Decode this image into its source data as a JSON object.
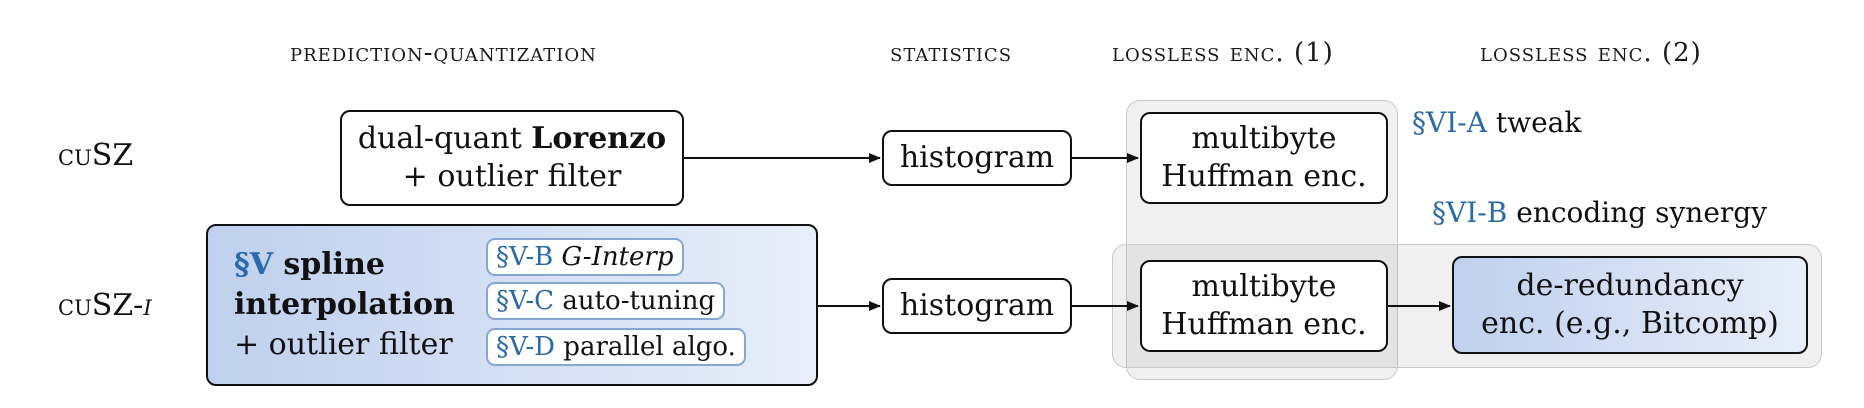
{
  "headers": {
    "prediction": "prediction-quantization",
    "statistics": "statistics",
    "lossless1": "lossless enc. (1)",
    "lossless2": "lossless enc. (2)"
  },
  "rows": {
    "cusz": "cuSZ",
    "cuszi_prefix": "cuSZ-",
    "cuszi_suffix": "i"
  },
  "cusz_pred": {
    "line1_prefix": "dual-quant ",
    "line1_bold": "Lorenzo",
    "line2": "+ outlier filter"
  },
  "cuszi_pred": {
    "sec": "§V",
    "line1": " spline",
    "line2": "interpolation",
    "line3": "+ outlier filter"
  },
  "pills": [
    {
      "sec": "§V-B",
      "text": " G-Interp"
    },
    {
      "sec": "§V-C",
      "text": " auto-tuning"
    },
    {
      "sec": "§V-D",
      "text": " parallel algo."
    }
  ],
  "histogram1": "histogram",
  "histogram2": "histogram",
  "huffman1": {
    "line1": "multibyte",
    "line2": "Huffman enc."
  },
  "huffman2": {
    "line1": "multibyte",
    "line2": "Huffman enc."
  },
  "dedup": {
    "line1": "de-redundancy",
    "line2": "enc. (e.g., Bitcomp)"
  },
  "annotations": {
    "tweak_sec": "§VI-A",
    "tweak_text": " tweak",
    "synergy_sec": "§VI-B",
    "synergy_text": " encoding synergy"
  },
  "colors": {
    "accent": "#2a6aa8"
  }
}
